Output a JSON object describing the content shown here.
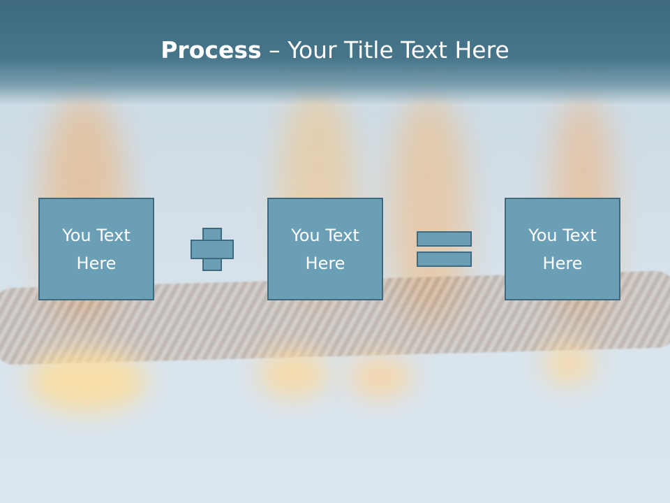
{
  "slide": {
    "title_bold": "Process",
    "title_rest": " – Your Title Text Here",
    "boxes": [
      {
        "line1": "You Text",
        "line2": "Here"
      },
      {
        "line1": "You Text",
        "line2": "Here"
      },
      {
        "line1": "You Text",
        "line2": "Here"
      }
    ],
    "operators": [
      "plus-icon",
      "equals-icon"
    ],
    "colors": {
      "title_bar": "#467589",
      "box_fill": "#6a9fb5",
      "box_border": "#3f6a7e",
      "text": "#ffffff"
    }
  }
}
